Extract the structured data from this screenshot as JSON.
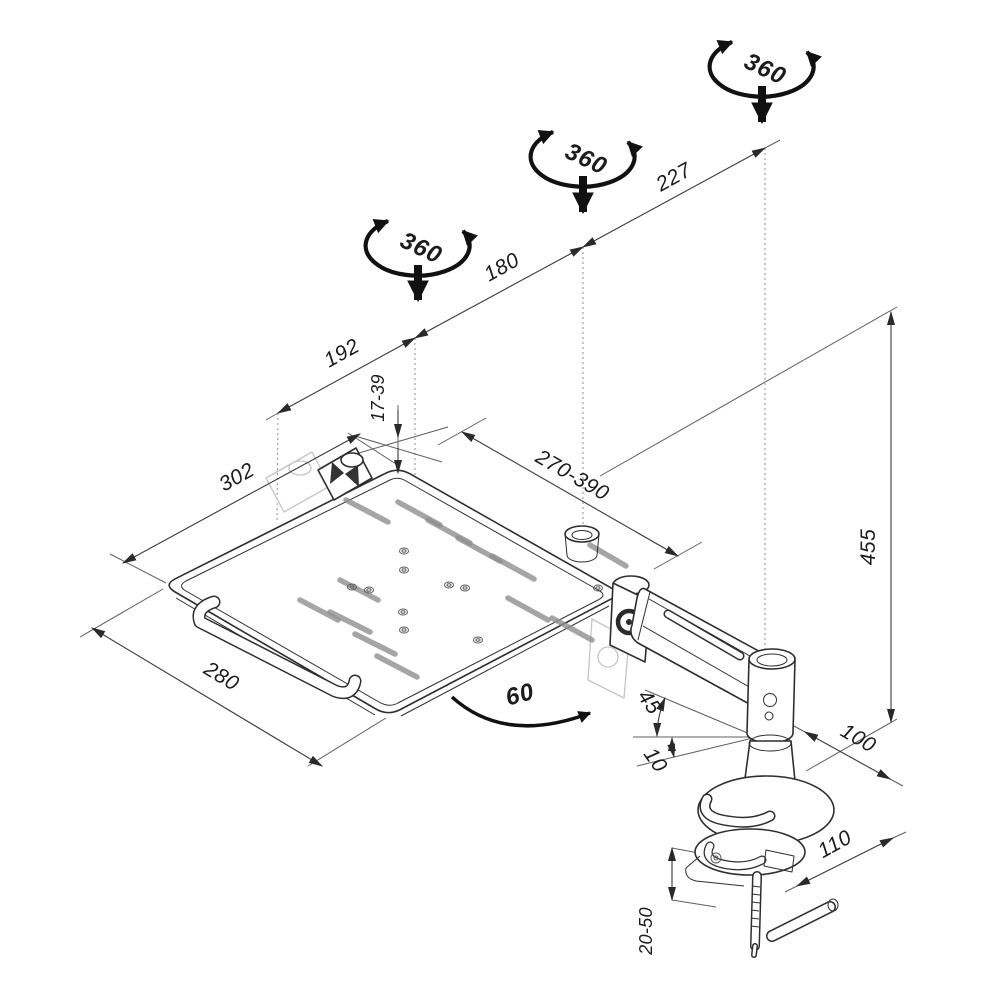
{
  "rotations": [
    {
      "label": "360"
    },
    {
      "label": "360"
    },
    {
      "label": "360"
    }
  ],
  "dimensions": {
    "left_segment": "192",
    "middle_segment": "180",
    "right_segment": "227",
    "tray_width": "302",
    "tray_depth": "280",
    "height_adjustment": "17-39",
    "arm_reach": "270-390",
    "column_height": "455",
    "base_offset": "100",
    "clamp_width": "110",
    "desk_thickness": "20-50"
  },
  "angles": {
    "tilt_up": "45",
    "tilt_down": "10",
    "swivel": "60"
  },
  "colors": {
    "line": "#2e2e2e",
    "ghost": "#c4c4c4",
    "background": "#ffffff"
  }
}
